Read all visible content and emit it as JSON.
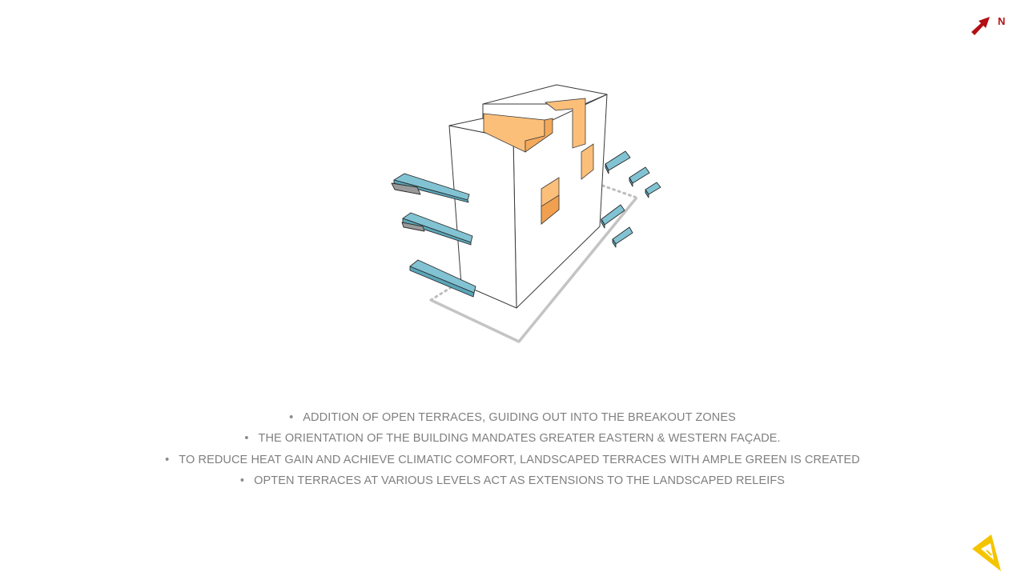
{
  "north_indicator": {
    "label": "N",
    "color": "#b30f14"
  },
  "diagram": {
    "colors": {
      "courtyard_void": "#fbbf7a",
      "terraces": "#82c3d3",
      "site_outline": "#bfbfbf",
      "building_lines": "#3a3a3a"
    }
  },
  "bullets": [
    "ADDITION OF OPEN TERRACES, GUIDING  OUT INTO THE BREAKOUT ZONES",
    "THE ORIENTATION  OF THE BUILDING  MANDATES  GREATER EASTERN & WESTERN FAÇADE.",
    "TO REDUCE HEAT GAIN  AND ACHIEVE  CLIMATIC  COMFORT, LANDSCAPED TERRACES WITH AMPLE  GREEN IS CREATED",
    "OPTEN TERRACES AT VARIOUS  LEVELS  ACT AS EXTENSIONS  TO THE LANDSCAPED  RELEIFS"
  ],
  "logo": {
    "icon": "set-square-icon",
    "color": "#f5c400"
  }
}
